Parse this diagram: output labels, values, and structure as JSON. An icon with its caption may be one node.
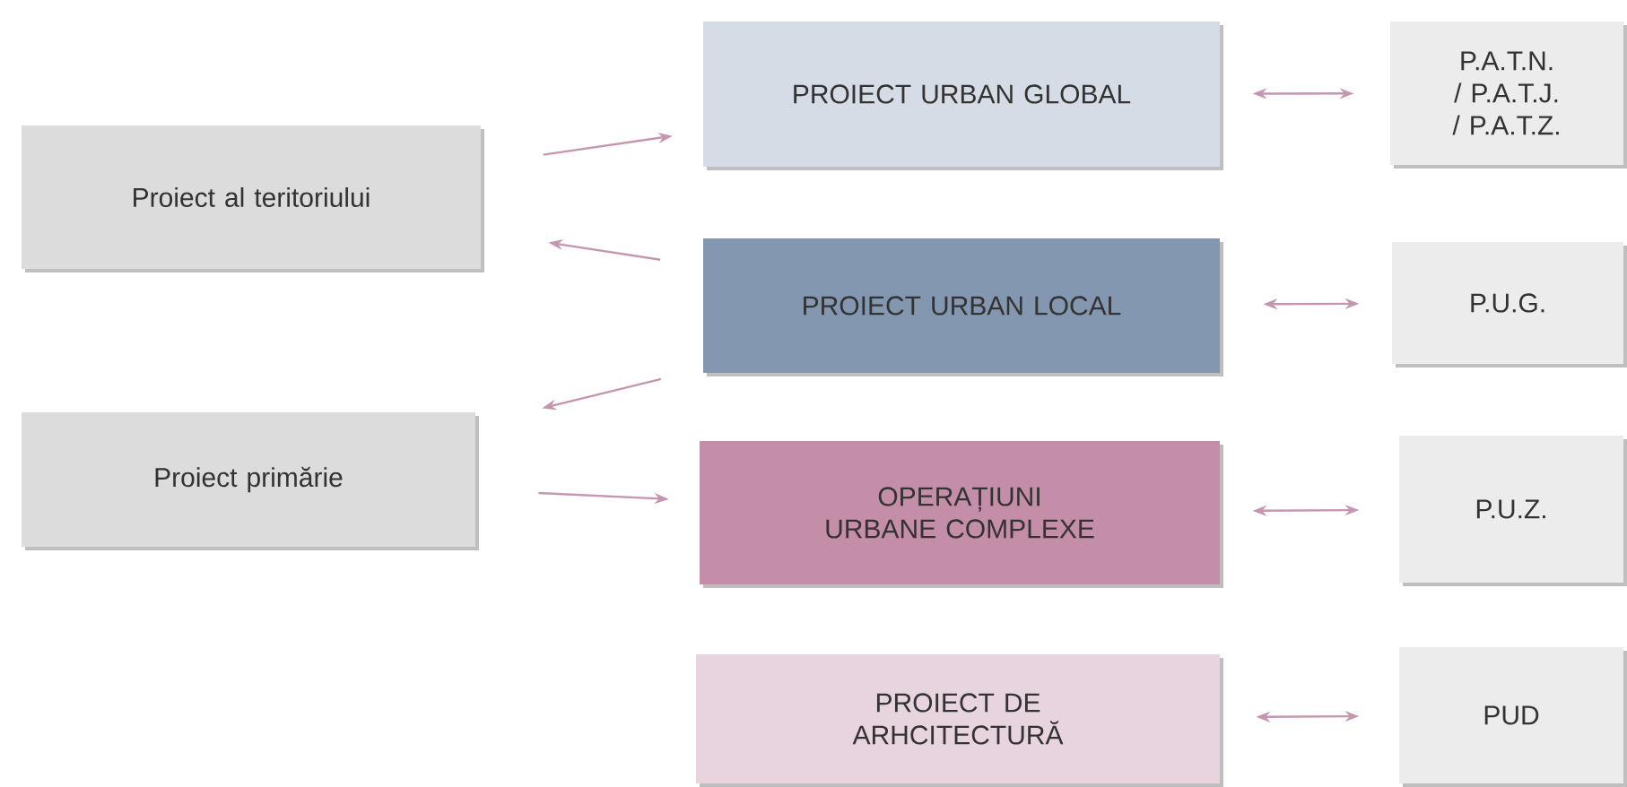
{
  "diagram": {
    "nodes": [
      {
        "text": [
          "Proiect al teritoriului"
        ]
      },
      {
        "text": [
          "Proiect primărie"
        ]
      },
      {
        "text": [
          "PROIECT URBAN GLOBAL"
        ]
      },
      {
        "text": [
          "PROIECT URBAN LOCAL"
        ]
      },
      {
        "text": [
          "OPERAȚIUNI URBANE COMPLEXE"
        ]
      },
      {
        "text": [
          "PROIECT DE ARHCITECTURĂ"
        ]
      },
      {
        "text": [
          "P.A.T.N. / P.A.T.J. / P.A.T.Z."
        ]
      },
      {
        "text": [
          "P.U.G."
        ]
      },
      {
        "text": [
          "P.U.Z."
        ]
      },
      {
        "text": [
          "PUD"
        ]
      }
    ],
    "edges": [
      {
        "from": 0,
        "to": 2,
        "arrow": "to"
      },
      {
        "from": 3,
        "to": 0,
        "arrow": "to"
      },
      {
        "from": 3,
        "to": 1,
        "arrow": "to"
      },
      {
        "from": 1,
        "to": 4,
        "arrow": "to"
      },
      {
        "from": 2,
        "to": 6,
        "arrow": "both"
      },
      {
        "from": 3,
        "to": 7,
        "arrow": "both"
      },
      {
        "from": 4,
        "to": 8,
        "arrow": "both"
      },
      {
        "from": 5,
        "to": 9,
        "arrow": "both"
      }
    ]
  }
}
